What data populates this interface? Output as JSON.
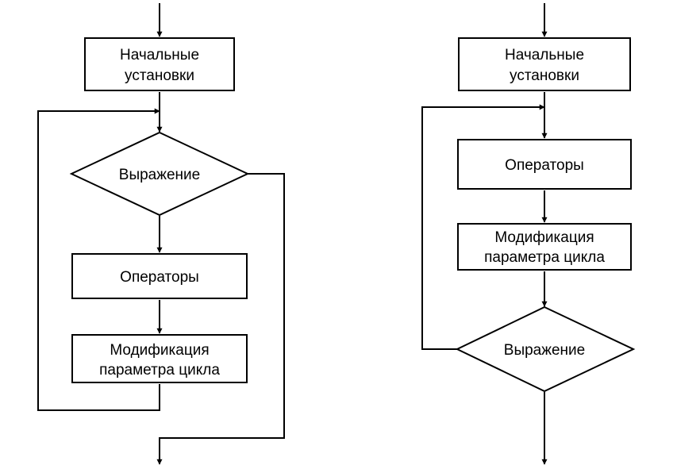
{
  "diagrams": [
    {
      "nodes": [
        {
          "id": "init",
          "kind": "process",
          "lines": [
            "Начальные",
            "установки"
          ]
        },
        {
          "id": "cond",
          "kind": "decision",
          "lines": [
            "Выражение"
          ]
        },
        {
          "id": "ops",
          "kind": "process",
          "lines": [
            "Операторы"
          ]
        },
        {
          "id": "mod",
          "kind": "process",
          "lines": [
            "Модификация",
            "параметра цикла"
          ]
        }
      ],
      "edges": [
        {
          "from": "entry",
          "to": "init"
        },
        {
          "from": "init",
          "to": "cond"
        },
        {
          "from": "cond",
          "to": "ops"
        },
        {
          "from": "ops",
          "to": "mod"
        },
        {
          "from": "mod",
          "to": "cond"
        },
        {
          "from": "cond",
          "to": "exit"
        }
      ]
    },
    {
      "nodes": [
        {
          "id": "init",
          "kind": "process",
          "lines": [
            "Начальные",
            "установки"
          ]
        },
        {
          "id": "ops",
          "kind": "process",
          "lines": [
            "Операторы"
          ]
        },
        {
          "id": "mod",
          "kind": "process",
          "lines": [
            "Модификация",
            "параметра цикла"
          ]
        },
        {
          "id": "cond",
          "kind": "decision",
          "lines": [
            "Выражение"
          ]
        }
      ],
      "edges": [
        {
          "from": "entry",
          "to": "init"
        },
        {
          "from": "init",
          "to": "ops"
        },
        {
          "from": "ops",
          "to": "mod"
        },
        {
          "from": "mod",
          "to": "cond"
        },
        {
          "from": "cond",
          "to": "ops"
        },
        {
          "from": "cond",
          "to": "exit"
        }
      ]
    }
  ]
}
